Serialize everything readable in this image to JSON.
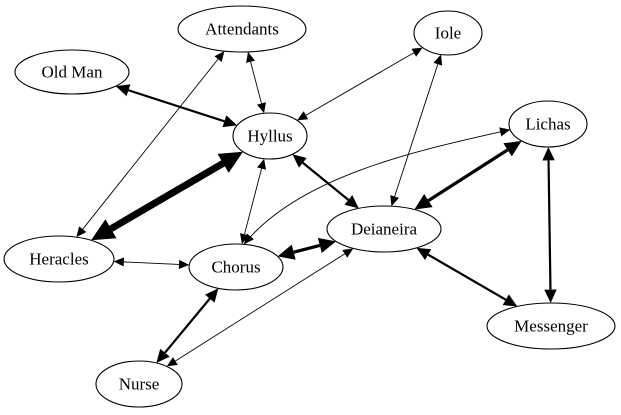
{
  "diagram": {
    "nodes": [
      {
        "id": "attendants",
        "label": "Attendants"
      },
      {
        "id": "iole",
        "label": "Iole"
      },
      {
        "id": "oldman",
        "label": "Old Man"
      },
      {
        "id": "hyllus",
        "label": "Hyllus"
      },
      {
        "id": "lichas",
        "label": "Lichas"
      },
      {
        "id": "deianeira",
        "label": "Deianeira"
      },
      {
        "id": "heracles",
        "label": "Heracles"
      },
      {
        "id": "chorus",
        "label": "Chorus"
      },
      {
        "id": "messenger",
        "label": "Messenger"
      },
      {
        "id": "nurse",
        "label": "Nurse"
      }
    ],
    "edges": [
      {
        "from": "heracles",
        "to": "hyllus",
        "weight": 5,
        "directed": "both"
      },
      {
        "from": "oldman",
        "to": "hyllus",
        "weight": 2,
        "directed": "both"
      },
      {
        "from": "attendants",
        "to": "hyllus",
        "weight": 1,
        "directed": "both"
      },
      {
        "from": "attendants",
        "to": "heracles",
        "weight": 1,
        "directed": "both"
      },
      {
        "from": "iole",
        "to": "hyllus",
        "weight": 1,
        "directed": "both"
      },
      {
        "from": "iole",
        "to": "deianeira",
        "weight": 1,
        "directed": "both"
      },
      {
        "from": "hyllus",
        "to": "deianeira",
        "weight": 2,
        "directed": "both"
      },
      {
        "from": "hyllus",
        "to": "chorus",
        "weight": 1,
        "directed": "both"
      },
      {
        "from": "lichas",
        "to": "deianeira",
        "weight": 3,
        "directed": "both"
      },
      {
        "from": "lichas",
        "to": "messenger",
        "weight": 2,
        "directed": "both"
      },
      {
        "from": "lichas",
        "to": "chorus",
        "weight": 1,
        "directed": "both",
        "curved": true
      },
      {
        "from": "deianeira",
        "to": "chorus",
        "weight": 3,
        "directed": "both"
      },
      {
        "from": "deianeira",
        "to": "messenger",
        "weight": 2,
        "directed": "both"
      },
      {
        "from": "heracles",
        "to": "chorus",
        "weight": 1,
        "directed": "both"
      },
      {
        "from": "chorus",
        "to": "nurse",
        "weight": 2,
        "directed": "both"
      },
      {
        "from": "deianeira",
        "to": "nurse",
        "weight": 1,
        "directed": "both"
      }
    ]
  }
}
